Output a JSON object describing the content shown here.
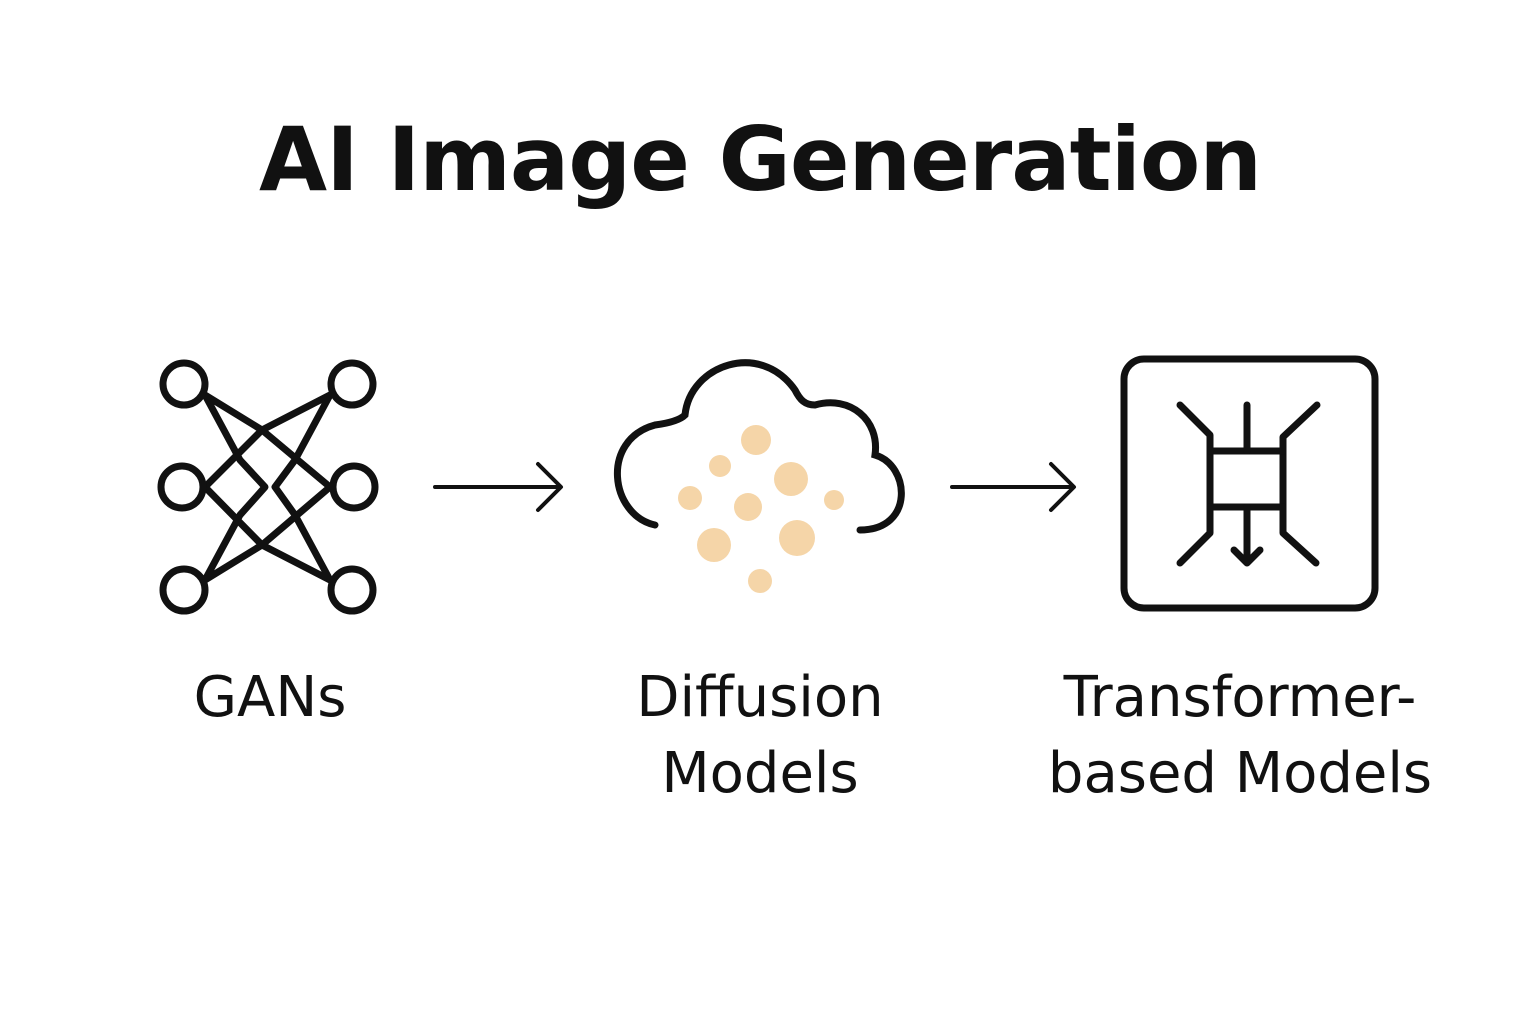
{
  "title": "AI Image Generation",
  "steps": [
    {
      "label_lines": [
        "GANs"
      ],
      "icon": "neural-network-icon"
    },
    {
      "label_lines": [
        "Diffusion",
        "Models"
      ],
      "icon": "cloud-noise-icon"
    },
    {
      "label_lines": [
        "Transformer-",
        "based Models"
      ],
      "icon": "transformer-block-icon"
    }
  ],
  "colors": {
    "stroke": "#111111",
    "dots": "#F5D5A8",
    "background": "#FFFFFF"
  }
}
